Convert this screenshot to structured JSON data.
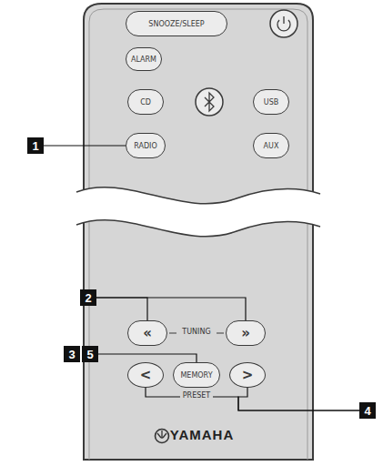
{
  "diagram": {
    "nodes": [
      {
        "text": [
          "SNOOZE/SLEEP"
        ]
      },
      {
        "text": [
          "ALARM"
        ]
      },
      {
        "text": [
          "CD"
        ]
      },
      {
        "text": [
          "USB"
        ]
      },
      {
        "text": [
          "1"
        ]
      },
      {
        "text": [
          "RADIO"
        ]
      },
      {
        "text": [
          "AUX"
        ]
      },
      {
        "text": [
          "2"
        ]
      },
      {
        "text": [
          "«"
        ]
      },
      {
        "text": [
          "»"
        ]
      },
      {
        "text": [
          "3"
        ]
      },
      {
        "text": [
          "5"
        ]
      },
      {
        "text": [
          "MEMORY"
        ]
      },
      {
        "text": [
          "<"
        ]
      },
      {
        "text": [
          ">"
        ]
      },
      {
        "text": [
          "4"
        ]
      }
    ],
    "edges": [
      {
        "from": 4,
        "to": 5,
        "arrow": "none"
      },
      {
        "from": 7,
        "to": 8,
        "arrow": "none"
      },
      {
        "from": 7,
        "to": 9,
        "arrow": "none"
      },
      {
        "from": 11,
        "to": 12,
        "arrow": "none"
      },
      {
        "from": 15,
        "to": 13,
        "arrow": "none"
      },
      {
        "from": 15,
        "to": 14,
        "arrow": "none"
      }
    ],
    "labels": [
      "TUNING",
      "PRESET",
      "YAMAHA"
    ]
  }
}
